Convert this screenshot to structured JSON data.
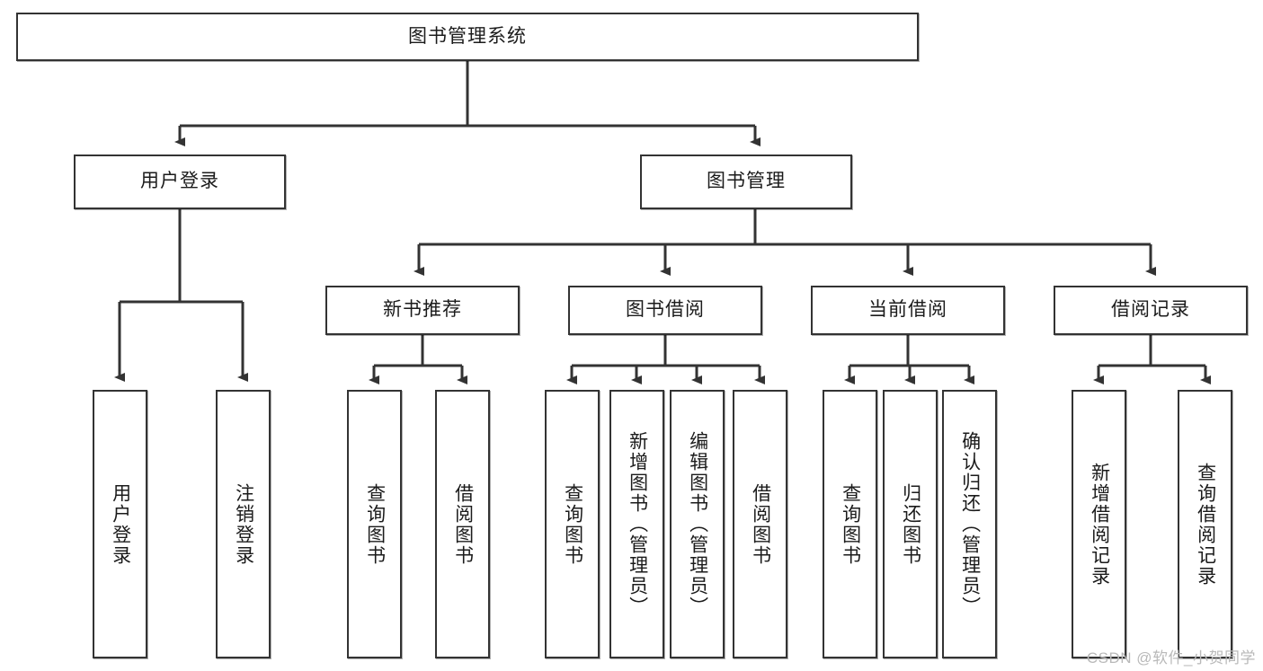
{
  "diagram": {
    "title": "图书管理系统",
    "type": "tree-hierarchy",
    "colors": {
      "box_border": "#333333",
      "box_fill": "#ffffff",
      "connector": "#333333",
      "text": "#1b1b1b",
      "watermark": "#b9b9b9"
    },
    "root": {
      "label": "图书管理系统"
    },
    "level2": [
      {
        "label": "用户登录"
      },
      {
        "label": "图书管理"
      }
    ],
    "level3": [
      {
        "label": "新书推荐"
      },
      {
        "label": "图书借阅"
      },
      {
        "label": "当前借阅"
      },
      {
        "label": "借阅记录"
      }
    ],
    "leaves": {
      "user_login": [
        {
          "label": "用户登录"
        },
        {
          "label": "注销登录"
        }
      ],
      "new_book_recommend": [
        {
          "label": "查询图书"
        },
        {
          "label": "借阅图书"
        }
      ],
      "book_borrow": [
        {
          "label": "查询图书"
        },
        {
          "label": "新增图书（管理员）"
        },
        {
          "label": "编辑图书（管理员）"
        },
        {
          "label": "借阅图书"
        }
      ],
      "current_borrow": [
        {
          "label": "查询图书"
        },
        {
          "label": "归还图书"
        },
        {
          "label": "确认归还（管理员）"
        }
      ],
      "borrow_record": [
        {
          "label": "新增借阅记录"
        },
        {
          "label": "查询借阅记录"
        }
      ]
    },
    "watermark": "CSDN @软件_小贺同学"
  }
}
